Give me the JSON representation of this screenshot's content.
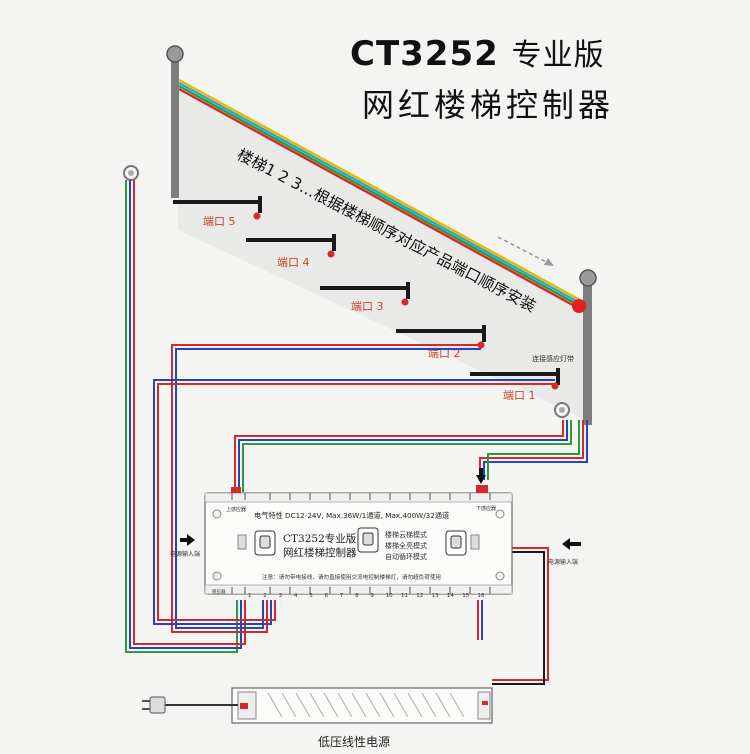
{
  "title": {
    "model": "CT3252",
    "edition": "专业版",
    "subtitle": "网红楼梯控制器"
  },
  "instruction": "楼梯1 2 3…根据楼梯顺序对应产品端口顺序安装",
  "ports": [
    {
      "label": "端口 5"
    },
    {
      "label": "端口 4"
    },
    {
      "label": "端口 3"
    },
    {
      "label": "端口 2"
    },
    {
      "label": "端口 1"
    }
  ],
  "sensor_label": "连接感应灯带",
  "controller": {
    "name_line1": "CT3252专业版",
    "name_line2": "网红楼梯控制器",
    "spec": "电气特性  DC12-24V, Max.36W/1通道, Max.400W/32通道",
    "modes": [
      "楼梯云梯模式",
      "楼梯全亮模式",
      "自动循环模式"
    ],
    "note": "注意：请勿带电接线，请勿直接使用交流电控制楼梯灯，请勿超负荷使用",
    "left_input": "电源输入端",
    "top_left": "上感应器",
    "top_right": "下感应器",
    "bottom_left": "感应器",
    "pin_numbers": [
      "1",
      "2",
      "3",
      "4",
      "5",
      "6",
      "7",
      "8",
      "9",
      "10",
      "11",
      "12",
      "13",
      "14",
      "15",
      "16"
    ]
  },
  "power_input_label": "电源输入端",
  "psu_label": "低压线性电源",
  "colors": {
    "red": "#d42a2a",
    "green": "#2f9a3c",
    "blue": "#2a44b8",
    "yellow": "#e8b800",
    "cyan": "#2aa8c8",
    "orange_text": "#c8452a",
    "black": "#111111"
  }
}
